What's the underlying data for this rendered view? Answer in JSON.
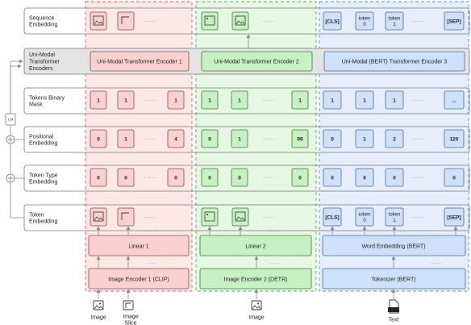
{
  "row_labels": [
    "Sequence\nEmbedding",
    "Uni-Modal\nTransformer\nEncoders",
    "Tokens Binary\nMask",
    "Positional\nEmbedding",
    "Token Type\nEmbedding",
    "Token\nEmbedding"
  ],
  "ln_label": "LN",
  "ellipsis": "· · · · ·",
  "encoders": {
    "e1": "Uni-Modal Transformer Encoder 1",
    "e2": "Uni-Modal Transformer Encoder 2",
    "e3": "Uni-Modal (BERT) Transformer Encoder 3"
  },
  "mask": {
    "c1": [
      "1",
      "1",
      "1"
    ],
    "c2": [
      "1",
      "1",
      "1"
    ],
    "c3": [
      "1",
      "1",
      "1",
      "..."
    ]
  },
  "positional": {
    "c1": [
      "0",
      "1",
      "4"
    ],
    "c2": [
      "0",
      "1",
      "99"
    ],
    "c3": [
      "0",
      "1",
      "2",
      "120"
    ]
  },
  "token_type": {
    "c1": [
      "0",
      "0",
      "0"
    ],
    "c2": [
      "0",
      "0",
      "0"
    ],
    "c3": [
      "0",
      "0",
      "0",
      "0"
    ]
  },
  "bert_tokens": [
    "[CLS]",
    "token\n0",
    "token\n1",
    "[SEP]"
  ],
  "linear": {
    "l1": "Linear 1",
    "l2": "Linear 2",
    "l3": "Word Embedding (BERT)"
  },
  "input_encoders": {
    "e1": "Image Encoder 1 (CLIP)",
    "e2": "Image Encoder 2 (DETR)",
    "e3": "Tokenizer (BERT)"
  },
  "inputs": {
    "image1": "Image",
    "slice": "Image\nSlice",
    "image2": "Image",
    "text": "Text",
    "txt_badge": "TXT"
  },
  "colors": {
    "red_fill": "#fbd0d0",
    "red_bg": "#fde8e8",
    "red_border": "#e06060",
    "green_fill": "#c7f0c3",
    "green_bg": "#e6f7e3",
    "green_border": "#4caf50",
    "blue_fill": "#cfe0fb",
    "blue_bg": "#e6eefc",
    "blue_border": "#5b8fd6",
    "grey_band": "#e3e3e3"
  }
}
